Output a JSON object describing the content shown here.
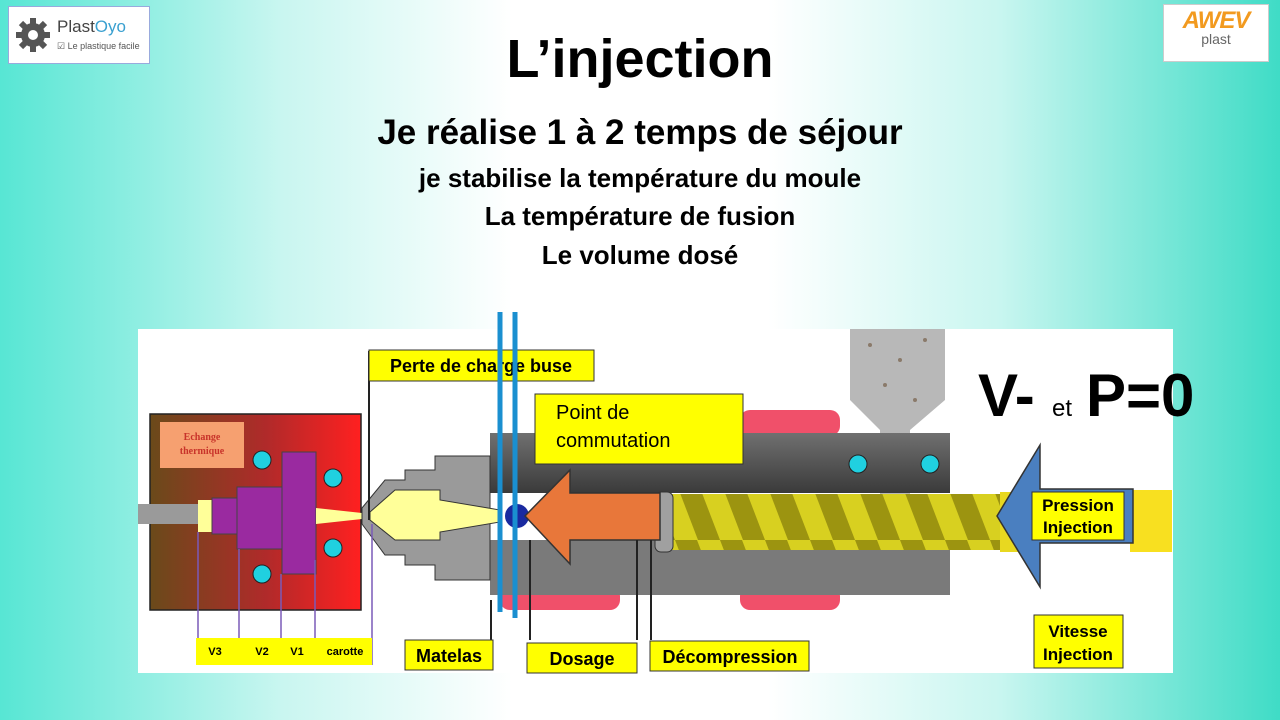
{
  "logo_left": {
    "brand_a": "Plast",
    "brand_b": "Oyo",
    "tagline": "Le plastique facile"
  },
  "logo_right": {
    "line1": "AWEV",
    "line2": "plast"
  },
  "heading": {
    "title": "L’injection",
    "line1": "Je réalise 1 à 2 temps de séjour",
    "line2": "je stabilise la température du moule",
    "line3": "La température de fusion",
    "line4": "Le volume dosé"
  },
  "diagram": {
    "echange_line1": "Echange",
    "echange_line2": "thermique",
    "perte": "Perte de charge buse",
    "point_line1": "Point de",
    "point_line2": "commutation",
    "v_minus": "V-",
    "et": "et",
    "p_zero": "P=0",
    "pression_line1": "Pression",
    "pression_line2": "Injection",
    "vitesse_line1": "Vitesse",
    "vitesse_line2": "Injection",
    "v3": "V3",
    "v2": "V2",
    "v1": "V1",
    "carotte": "carotte",
    "matelas": "Matelas",
    "dosage": "Dosage",
    "decompression": "Décompression"
  },
  "colors": {
    "blue_marker": "#1a8fd0",
    "arrow_orange": "#e8773a",
    "label_yellow": "#ffff00",
    "pressure_blue": "#4a7fc0"
  }
}
